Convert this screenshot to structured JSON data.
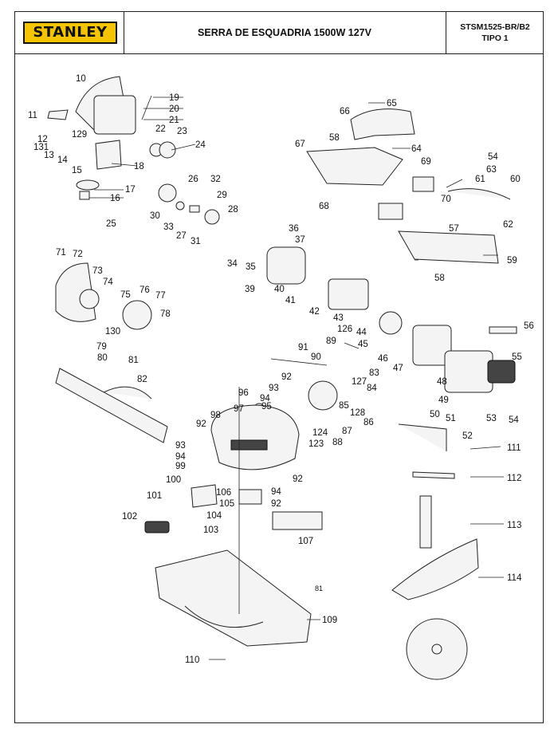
{
  "header": {
    "logo_text": "STANLEY",
    "title": "SERRA DE ESQUADRIA 1500W 127V",
    "model": "STSM1525-BR/B2",
    "type": "TIPO 1"
  },
  "colors": {
    "logo_bg": "#f5c400",
    "line": "#222222"
  },
  "labels": [
    "10",
    "19",
    "20",
    "21",
    "22",
    "23",
    "24",
    "11",
    "12",
    "129",
    "131",
    "13",
    "14",
    "15",
    "18",
    "17",
    "16",
    "25",
    "26",
    "32",
    "29",
    "28",
    "30",
    "33",
    "27",
    "31",
    "65",
    "66",
    "58",
    "64",
    "67",
    "54",
    "63",
    "69",
    "60",
    "61",
    "70",
    "68",
    "62",
    "57",
    "59",
    "58b",
    "36",
    "37",
    "34",
    "35",
    "39",
    "40",
    "41",
    "42",
    "43",
    "126",
    "44",
    "45",
    "46",
    "47",
    "56",
    "55",
    "48",
    "54b",
    "49",
    "50",
    "51",
    "53",
    "52",
    "71",
    "72",
    "73",
    "74",
    "75",
    "76",
    "77",
    "78",
    "130",
    "79",
    "80",
    "81",
    "82",
    "91",
    "90",
    "89",
    "92",
    "93",
    "94",
    "95",
    "96",
    "97",
    "83",
    "84",
    "127",
    "85",
    "128",
    "86",
    "87",
    "124",
    "123",
    "88",
    "98",
    "92b",
    "93b",
    "94b",
    "99",
    "100",
    "106",
    "105",
    "94c",
    "92c",
    "92d",
    "101",
    "104",
    "102",
    "103",
    "107",
    "111",
    "112",
    "113",
    "114",
    "81b",
    "109",
    "110"
  ]
}
